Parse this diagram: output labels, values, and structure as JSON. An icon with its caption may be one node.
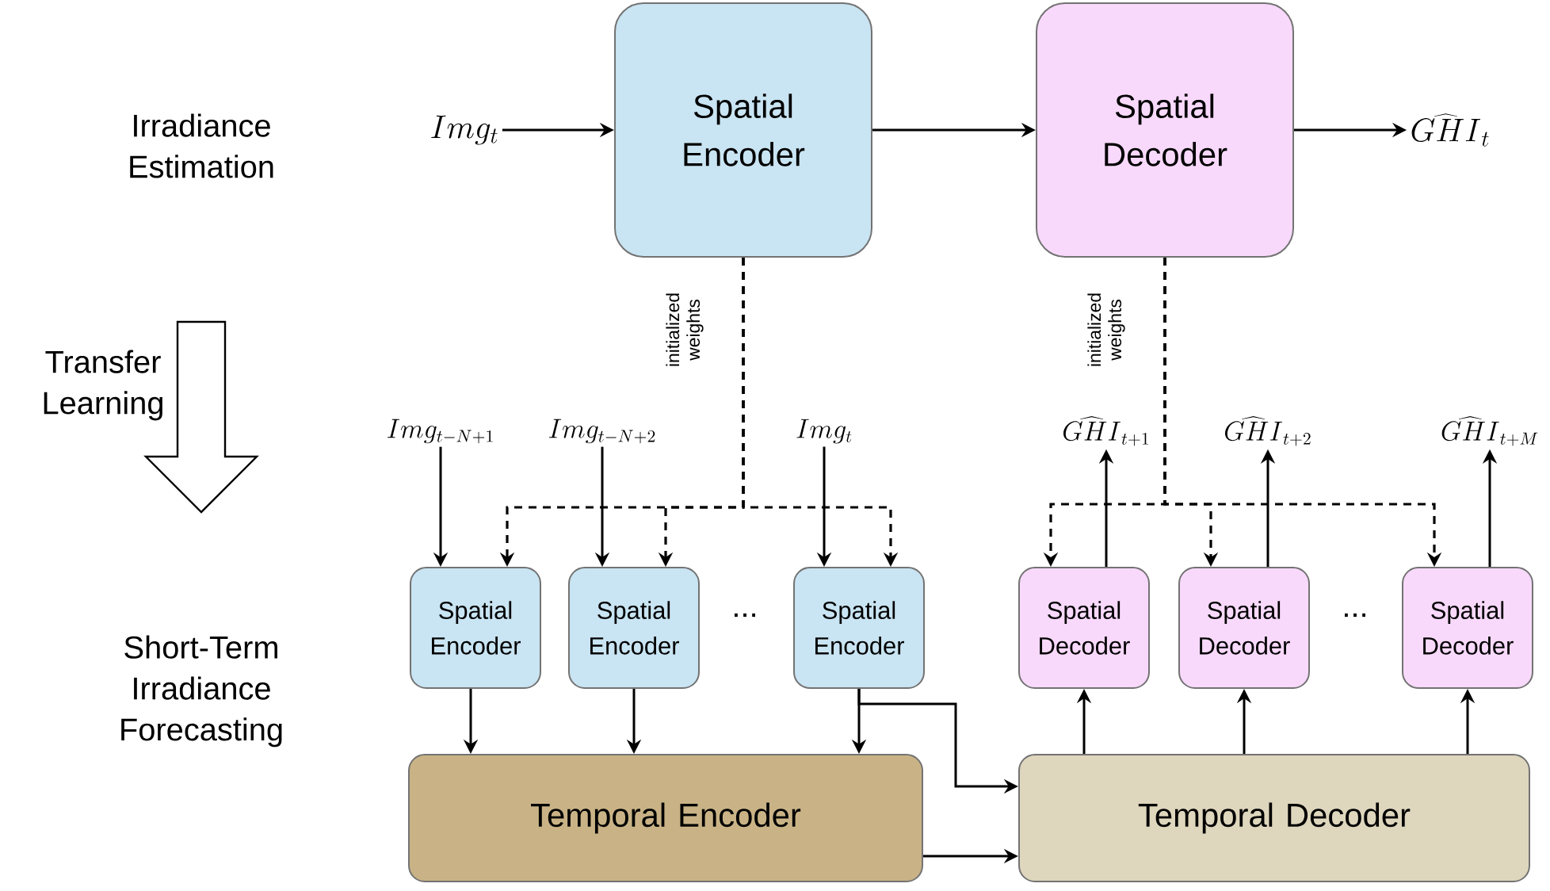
{
  "diagram": {
    "nodes": [
      {
        "text": [
          "Img_t"
        ]
      },
      {
        "text": [
          "Spatial Encoder"
        ]
      },
      {
        "text": [
          "Spatial Decoder"
        ]
      },
      {
        "text": [
          "\\widehat{GHI}_t"
        ]
      },
      {
        "text": [
          "Img_{t-N+1}"
        ]
      },
      {
        "text": [
          "Img_{t-N+2}"
        ]
      },
      {
        "text": [
          "Img_t"
        ]
      },
      {
        "text": [
          "Spatial Encoder"
        ]
      },
      {
        "text": [
          "Spatial Encoder"
        ]
      },
      {
        "text": [
          "Spatial Encoder"
        ]
      },
      {
        "text": [
          "Spatial Decoder"
        ]
      },
      {
        "text": [
          "Spatial Decoder"
        ]
      },
      {
        "text": [
          "Spatial Decoder"
        ]
      },
      {
        "text": [
          "\\widehat{GHI}_{t+1}"
        ]
      },
      {
        "text": [
          "\\widehat{GHI}_{t+2}"
        ]
      },
      {
        "text": [
          "\\widehat{GHI}_{t+M}"
        ]
      },
      {
        "text": [
          "Temporal Encoder"
        ]
      },
      {
        "text": [
          "Temporal Decoder"
        ]
      }
    ],
    "edges": [
      {
        "from": 0,
        "to": 1,
        "arrow": "to"
      },
      {
        "from": 1,
        "to": 2,
        "arrow": "to"
      },
      {
        "from": 2,
        "to": 3,
        "arrow": "to"
      },
      {
        "from": 1,
        "to": 7,
        "arrow": "to",
        "style": "dashed",
        "label": "initialized weights"
      },
      {
        "from": 1,
        "to": 8,
        "arrow": "to",
        "style": "dashed"
      },
      {
        "from": 1,
        "to": 9,
        "arrow": "to",
        "style": "dashed"
      },
      {
        "from": 2,
        "to": 10,
        "arrow": "to",
        "style": "dashed",
        "label": "initialized weights"
      },
      {
        "from": 2,
        "to": 11,
        "arrow": "to",
        "style": "dashed"
      },
      {
        "from": 2,
        "to": 12,
        "arrow": "to",
        "style": "dashed"
      },
      {
        "from": 4,
        "to": 7,
        "arrow": "to"
      },
      {
        "from": 5,
        "to": 8,
        "arrow": "to"
      },
      {
        "from": 6,
        "to": 9,
        "arrow": "to"
      },
      {
        "from": 7,
        "to": 16,
        "arrow": "to"
      },
      {
        "from": 8,
        "to": 16,
        "arrow": "to"
      },
      {
        "from": 9,
        "to": 16,
        "arrow": "to"
      },
      {
        "from": 9,
        "to": 17,
        "arrow": "to"
      },
      {
        "from": 16,
        "to": 17,
        "arrow": "to"
      },
      {
        "from": 17,
        "to": 10,
        "arrow": "to"
      },
      {
        "from": 17,
        "to": 11,
        "arrow": "to"
      },
      {
        "from": 17,
        "to": 12,
        "arrow": "to"
      },
      {
        "from": 10,
        "to": 13,
        "arrow": "to"
      },
      {
        "from": 11,
        "to": 14,
        "arrow": "to"
      },
      {
        "from": 12,
        "to": 15,
        "arrow": "to"
      }
    ],
    "labels": [
      "Irradiance Estimation",
      "Transfer Learning",
      "...",
      "...",
      "Short-Term Irradiance Forecasting"
    ]
  }
}
